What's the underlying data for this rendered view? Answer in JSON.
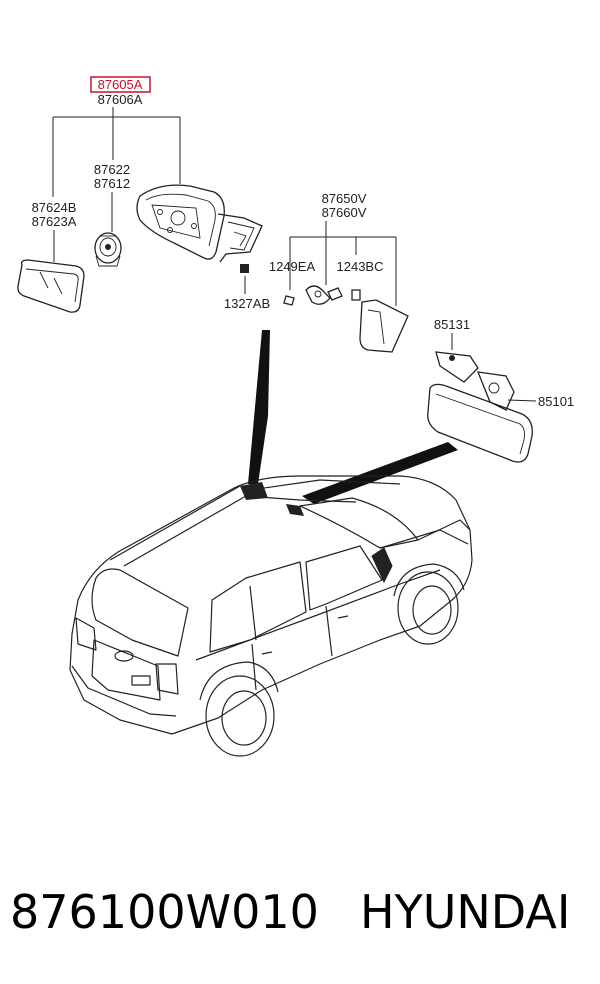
{
  "labels": {
    "main_part_highlighted": "87605A",
    "main_part_alt": "87606A",
    "mirror_glass_1": "87624B",
    "mirror_glass_2": "87623A",
    "actuator_1": "87622",
    "actuator_2": "87612",
    "cover_1": "87650V",
    "cover_2": "87660V",
    "screw_1": "1249EA",
    "screw_2": "1243BC",
    "nut": "1327AB",
    "bracket": "85131",
    "inside_mirror": "85101"
  },
  "footer": {
    "part_number": "876100W010",
    "brand": "HYUNDAI"
  },
  "colors": {
    "highlight": "#c8102e",
    "line": "#222222"
  }
}
